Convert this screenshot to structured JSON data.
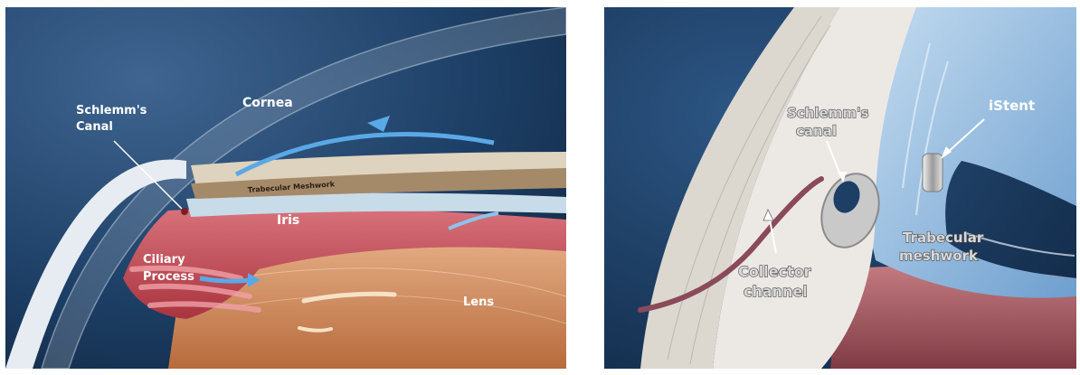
{
  "left_panel": {
    "labels": {
      "cornea": "Cornea",
      "schlemms_line1": "Schlemm's",
      "schlemms_line2": "Canal",
      "trabecular": "Trabecular Meshwork",
      "iris": "Iris",
      "ciliary_line1": "Ciliary",
      "ciliary_line2": "Process",
      "lens": "Lens"
    }
  },
  "right_panel": {
    "labels": {
      "schlemms_line1": "Schlemm's",
      "schlemms_line2": "canal",
      "istent": "iStent",
      "collector_line1": "Collector",
      "collector_line2": "channel",
      "trabecular_line1": "Trabecular",
      "trabecular_line2": "meshwork"
    }
  },
  "colors": {
    "background_blue": "#1d3f66",
    "tissue_pink": "#c9535e",
    "sclera_white": "#ece9e4",
    "meshwork_blue": "#9cc3e6",
    "flow_arrow": "#5aa9e6"
  }
}
